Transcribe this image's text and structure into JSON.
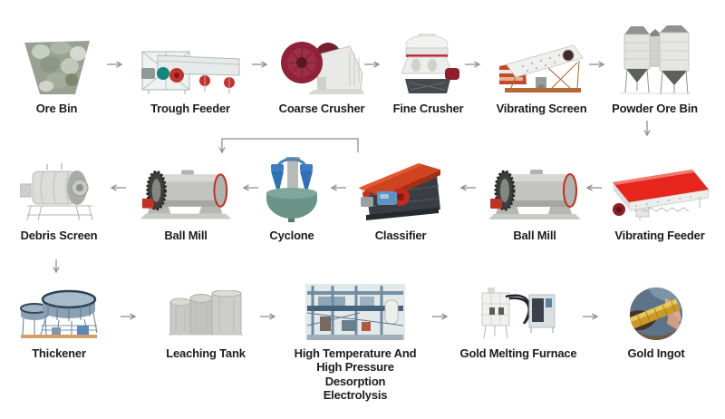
{
  "diagram": {
    "background": "#ffffff",
    "arrow_color": "#8e8e8e",
    "label_color": "#1d1d1d",
    "accent_colors": {
      "machine_red": "#e6261c",
      "flywheel_maroon": "#8e2238",
      "motor_teal": "#17837d",
      "cyclone_blue": "#2f6fb4",
      "classifier_orange": "#cf4420",
      "gold": "#c89a28",
      "steel_blue": "#8aa0b4"
    }
  },
  "flow": {
    "rows": [
      {
        "direction": "right",
        "items": [
          {
            "id": "ore-bin",
            "label": "Ore Bin"
          },
          {
            "id": "trough-feeder",
            "label": "Trough Feeder"
          },
          {
            "id": "coarse-crusher",
            "label": "Coarse Crusher"
          },
          {
            "id": "fine-crusher",
            "label": "Fine Crusher"
          },
          {
            "id": "vibrating-screen",
            "label": "Vibrating Screen"
          },
          {
            "id": "powder-ore-bin",
            "label": "Powder Ore Bin"
          }
        ]
      },
      {
        "direction": "left",
        "items": [
          {
            "id": "debris-screen",
            "label": "Debris Screen"
          },
          {
            "id": "ball-mill-regrind",
            "label": "Ball Mill"
          },
          {
            "id": "cyclone",
            "label": "Cyclone"
          },
          {
            "id": "classifier",
            "label": "Classifier"
          },
          {
            "id": "ball-mill",
            "label": "Ball Mill"
          },
          {
            "id": "vibrating-feeder",
            "label": "Vibrating Feeder"
          }
        ]
      },
      {
        "direction": "right",
        "items": [
          {
            "id": "thickener",
            "label": "Thickener"
          },
          {
            "id": "leaching-tank",
            "label": "Leaching Tank"
          },
          {
            "id": "desorption-electrolysis",
            "label": "High Temperature And High Pressure Desorption Electrolysis",
            "label_lines": [
              "High Temperature And",
              "High Pressure Desorption",
              "Electrolysis"
            ]
          },
          {
            "id": "gold-melting-furnace",
            "label": "Gold Melting Furnace"
          },
          {
            "id": "gold-ingot",
            "label": "Gold Ingot"
          }
        ]
      }
    ],
    "connections": [
      {
        "from": "ore-bin",
        "to": "trough-feeder"
      },
      {
        "from": "trough-feeder",
        "to": "coarse-crusher"
      },
      {
        "from": "coarse-crusher",
        "to": "fine-crusher"
      },
      {
        "from": "fine-crusher",
        "to": "vibrating-screen"
      },
      {
        "from": "vibrating-screen",
        "to": "powder-ore-bin"
      },
      {
        "from": "powder-ore-bin",
        "to": "vibrating-feeder"
      },
      {
        "from": "vibrating-feeder",
        "to": "ball-mill"
      },
      {
        "from": "ball-mill",
        "to": "classifier"
      },
      {
        "from": "classifier",
        "to": "cyclone"
      },
      {
        "from": "classifier",
        "to": "ball-mill-regrind",
        "style": "elbow-over-top"
      },
      {
        "from": "cyclone",
        "to": "ball-mill-regrind"
      },
      {
        "from": "ball-mill-regrind",
        "to": "debris-screen"
      },
      {
        "from": "debris-screen",
        "to": "thickener"
      },
      {
        "from": "thickener",
        "to": "leaching-tank"
      },
      {
        "from": "leaching-tank",
        "to": "desorption-electrolysis"
      },
      {
        "from": "desorption-electrolysis",
        "to": "gold-melting-furnace"
      },
      {
        "from": "gold-melting-furnace",
        "to": "gold-ingot"
      }
    ]
  }
}
